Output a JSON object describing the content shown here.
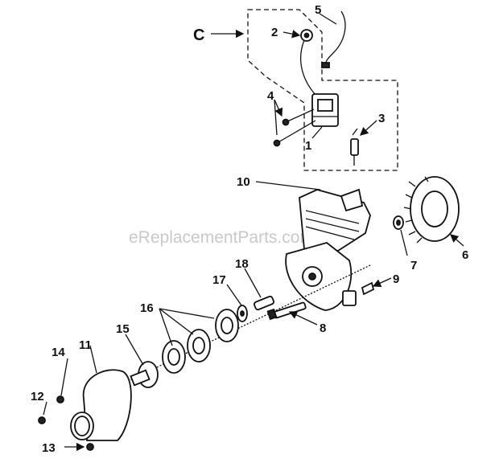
{
  "watermark": "eReplacementParts.com",
  "callouts": {
    "c": "C",
    "p1": "1",
    "p2": "2",
    "p3": "3",
    "p4": "4",
    "p5": "5",
    "p6": "6",
    "p7": "7",
    "p8": "8",
    "p9": "9",
    "p10": "10",
    "p11": "11",
    "p12": "12",
    "p13": "13",
    "p14": "14",
    "p15": "15",
    "p16": "16",
    "p17": "17",
    "p18": "18"
  }
}
